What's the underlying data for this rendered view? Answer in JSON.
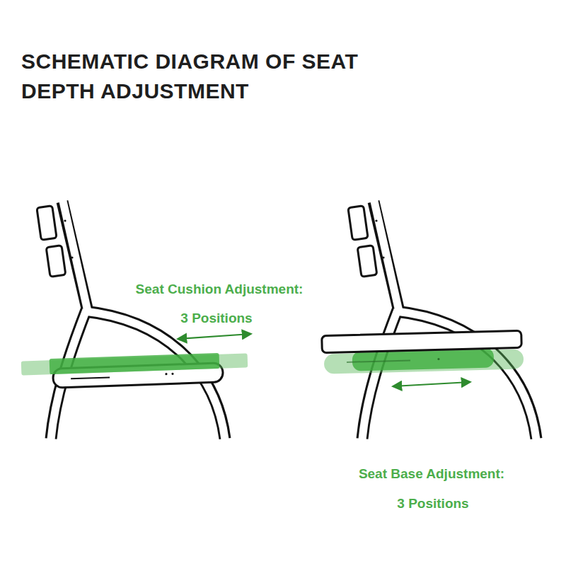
{
  "diagram": {
    "title": "SCHEMATIC DIAGRAM OF SEAT DEPTH ADJUSTMENT",
    "labels": [
      "Seat Cushion Adjustment:",
      "3 Positions",
      "Seat Base Adjustment:",
      "3 Positions"
    ]
  }
}
